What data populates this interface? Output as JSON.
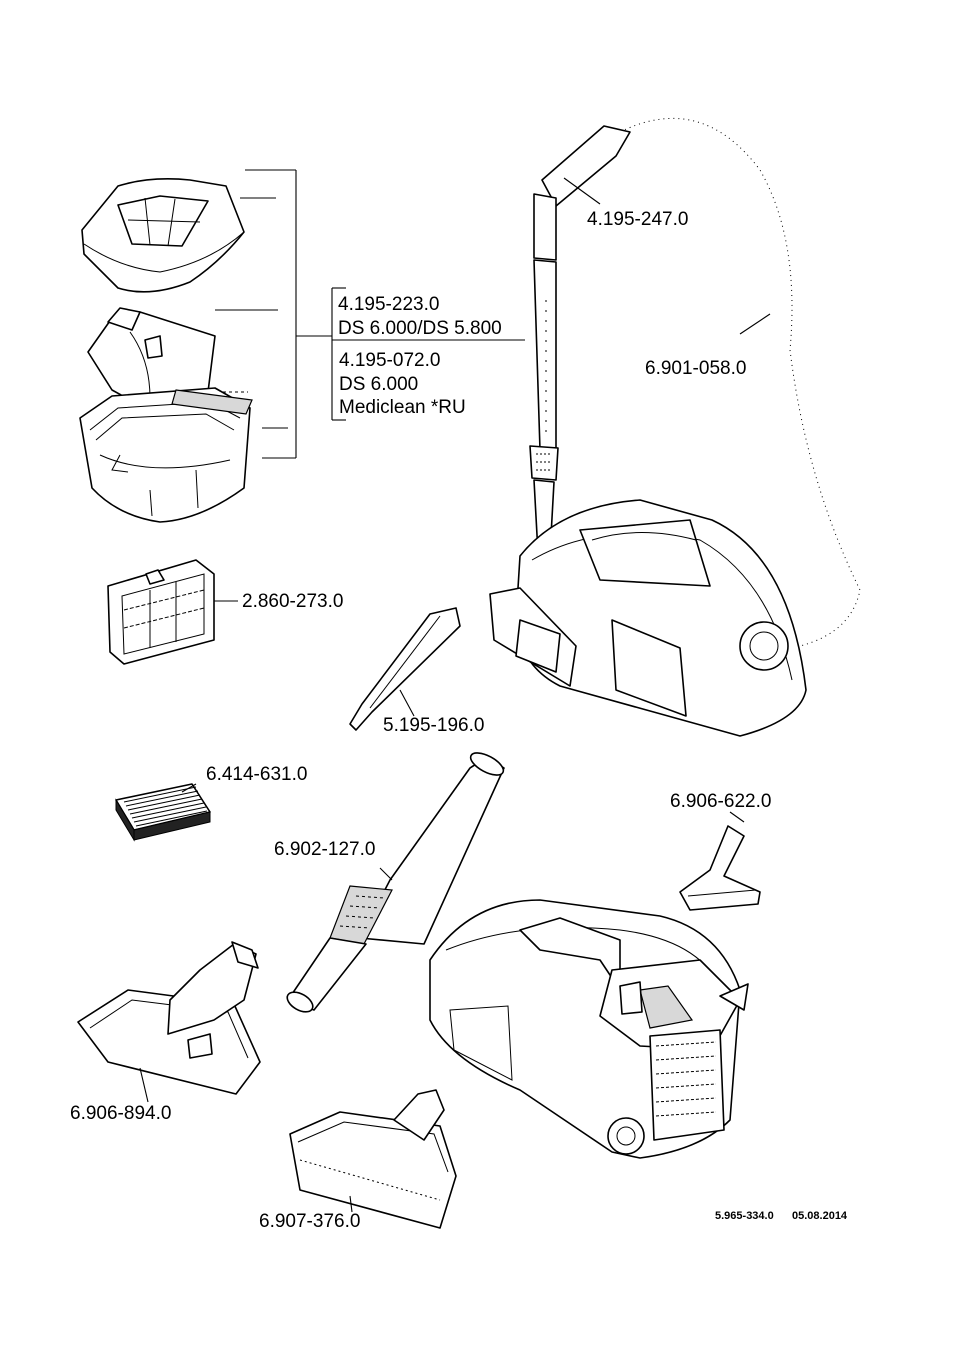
{
  "parts": {
    "handle_tube": "4.195-247.0",
    "hose": "6.901-058.0",
    "water_filter_group_a_number": "4.195-223.0",
    "water_filter_group_a_models": "DS 6.000/DS 5.800",
    "water_filter_group_b_number": "4.195-072.0",
    "water_filter_group_b_model": "DS 6.000",
    "water_filter_group_b_variant": "Mediclean *RU",
    "intermediate_filter": "2.860-273.0",
    "crevice_nozzle": "5.195-196.0",
    "hepa_filter": "6.414-631.0",
    "suction_tube": "6.902-127.0",
    "upholstery_nozzle": "6.906-622.0",
    "floor_nozzle_switchable": "6.906-894.0",
    "floor_nozzle": "6.907-376.0"
  },
  "footer": {
    "document_number": "5.965-334.0",
    "date": "05.08.2014"
  }
}
